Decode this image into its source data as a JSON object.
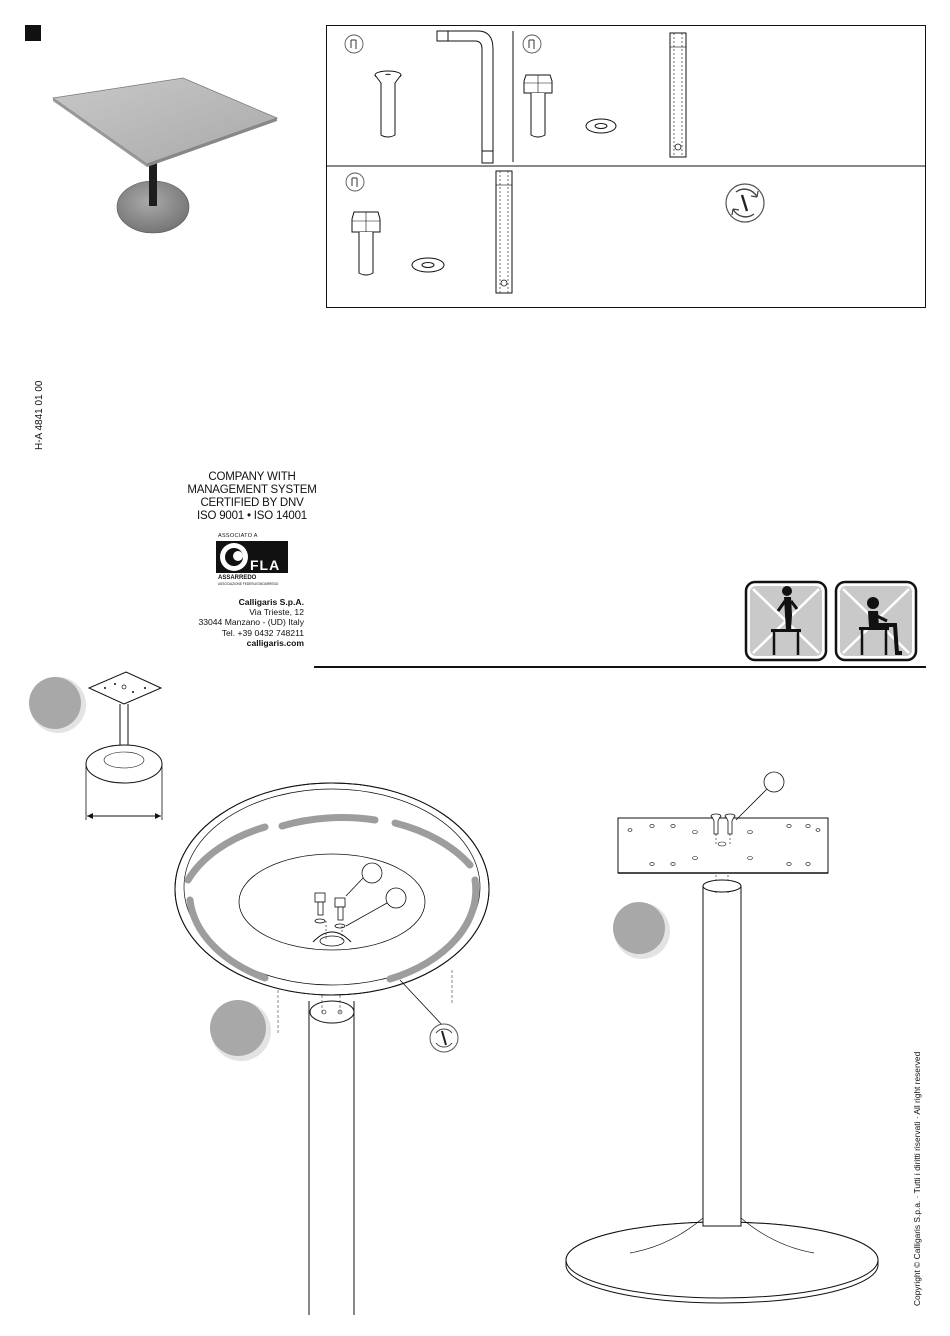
{
  "document": {
    "code": "H-A 4841 01 00",
    "certification": {
      "line1": "COMPANY WITH",
      "line2": "MANAGEMENT SYSTEM",
      "line3": "CERTIFIED BY DNV",
      "line4": "ISO 9001 • ISO 14001"
    },
    "fla_logo": {
      "top_text": "ASSOCIATO A",
      "brand": "FLA",
      "bottom_text": "ASSARREDO",
      "small_text": "ASSOCIAZIONE FEDERLEGNOARREDO"
    },
    "company": {
      "name": "Calligaris S.p.A.",
      "street": "Via Trieste, 12",
      "city": "33044 Manzano - (UD) Italy",
      "phone": "Tel. +39 0432 748211",
      "web": "calligaris.com"
    },
    "copyright": "Copyright © Calligaris S.p.a. · Tutti i diritti riservati · All right reserved"
  },
  "icons": {
    "hardware_panel": [
      "allen-key-tool-icon",
      "screwdriver-tool-icon",
      "rotate-tool-icon"
    ],
    "warnings": [
      "no-standing-on-table-icon",
      "no-sitting-on-table-icon"
    ]
  },
  "colors": {
    "ink": "#111111",
    "step_circle": "#a8a8a8",
    "tabletop": "#bdbdbd"
  }
}
